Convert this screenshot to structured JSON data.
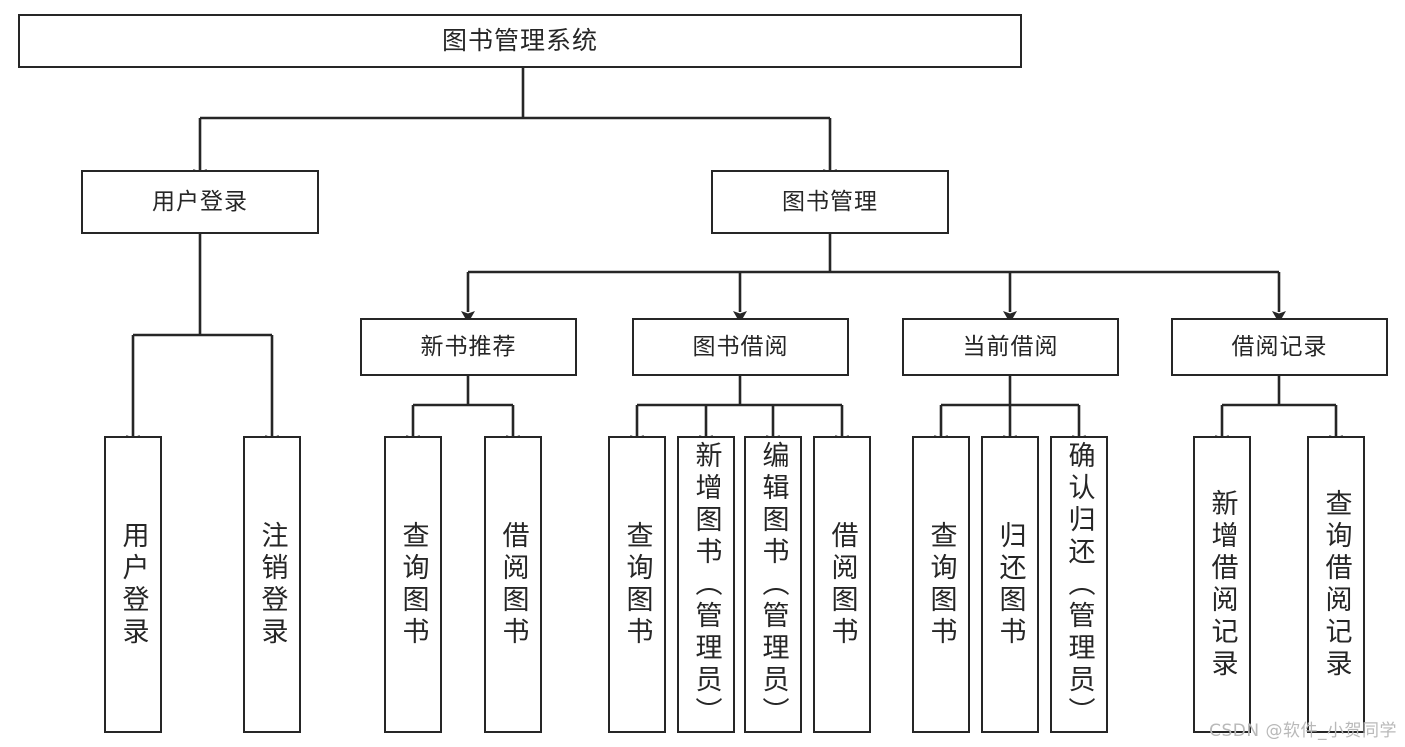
{
  "diagram": {
    "title": "图书管理系统",
    "type": "hierarchy-tree",
    "colors": {
      "box_border": "#262626",
      "box_fill": "#ffffff",
      "connector": "#262626",
      "text": "#262626",
      "watermark": "#b9b9b9",
      "background": "#ffffff"
    },
    "watermark": "CSDN @软件_小贺同学"
  },
  "nodes": {
    "root": {
      "label": "图书管理系统",
      "level": 0
    },
    "level1": [
      {
        "id": "user-login",
        "label": "用户登录",
        "level": 1
      },
      {
        "id": "book-manage",
        "label": "图书管理",
        "level": 1
      }
    ],
    "level2": [
      {
        "id": "new-book-recommend",
        "label": "新书推荐",
        "level": 2,
        "parent": "book-manage"
      },
      {
        "id": "book-borrow",
        "label": "图书借阅",
        "level": 2,
        "parent": "book-manage"
      },
      {
        "id": "current-borrow",
        "label": "当前借阅",
        "level": 2,
        "parent": "book-manage"
      },
      {
        "id": "borrow-record",
        "label": "借阅记录",
        "level": 2,
        "parent": "book-manage"
      }
    ],
    "leaves": [
      {
        "id": "leaf-user-login",
        "label": "用户登录",
        "parent": "user-login"
      },
      {
        "id": "leaf-user-logout",
        "label": "注销登录",
        "parent": "user-login"
      },
      {
        "id": "leaf-query-book-1",
        "label": "查询图书",
        "parent": "new-book-recommend"
      },
      {
        "id": "leaf-borrow-book-1",
        "label": "借阅图书",
        "parent": "new-book-recommend"
      },
      {
        "id": "leaf-query-book-2",
        "label": "查询图书",
        "parent": "book-borrow"
      },
      {
        "id": "leaf-add-book",
        "label": "新增图书（管理员）",
        "parent": "book-borrow"
      },
      {
        "id": "leaf-edit-book",
        "label": "编辑图书（管理员）",
        "parent": "book-borrow"
      },
      {
        "id": "leaf-borrow-book-2",
        "label": "借阅图书",
        "parent": "book-borrow"
      },
      {
        "id": "leaf-query-book-3",
        "label": "查询图书",
        "parent": "current-borrow"
      },
      {
        "id": "leaf-return-book",
        "label": "归还图书",
        "parent": "current-borrow"
      },
      {
        "id": "leaf-confirm-return",
        "label": "确认归还（管理员）",
        "parent": "current-borrow"
      },
      {
        "id": "leaf-add-record",
        "label": "新增借阅记录",
        "parent": "borrow-record"
      },
      {
        "id": "leaf-query-record",
        "label": "查询借阅记录",
        "parent": "borrow-record"
      }
    ]
  }
}
